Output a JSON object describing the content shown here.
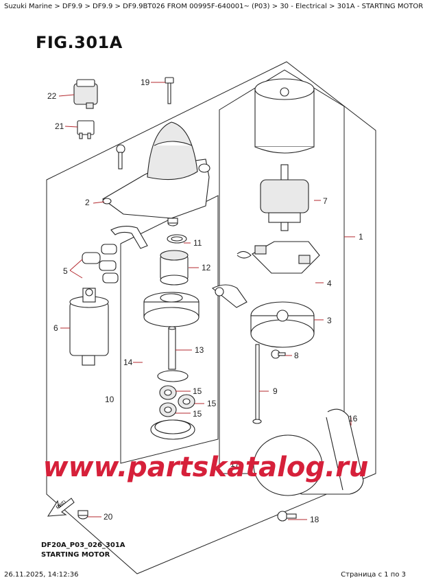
{
  "breadcrumb": {
    "items": [
      "Suzuki Marine",
      "DF9.9",
      "DF9.9",
      "DF9.9BT026 FROM 00995F-640001~ (P03)",
      "30 - Electrical",
      "301A - STARTING MOTOR"
    ],
    "separator": " > "
  },
  "figure_title": "FIG.301A",
  "callouts": [
    "1",
    "2",
    "3",
    "4",
    "5",
    "6",
    "7",
    "8",
    "9",
    "10",
    "11",
    "12",
    "13",
    "14",
    "15",
    "15",
    "15",
    "16",
    "17",
    "18",
    "19",
    "20",
    "21",
    "22"
  ],
  "fwd_label": "FWD",
  "watermark": "www.partskatalog.ru",
  "figure_code": "DF20A_P03_026_301A",
  "caption": "STARTING MOTOR",
  "timestamp": "26.11.2025, 14:12:36",
  "page_info": "Страница с 1 по 3",
  "colors": {
    "callout_line": "#b3272d",
    "watermark": "#d6203a",
    "line": "#222222"
  }
}
